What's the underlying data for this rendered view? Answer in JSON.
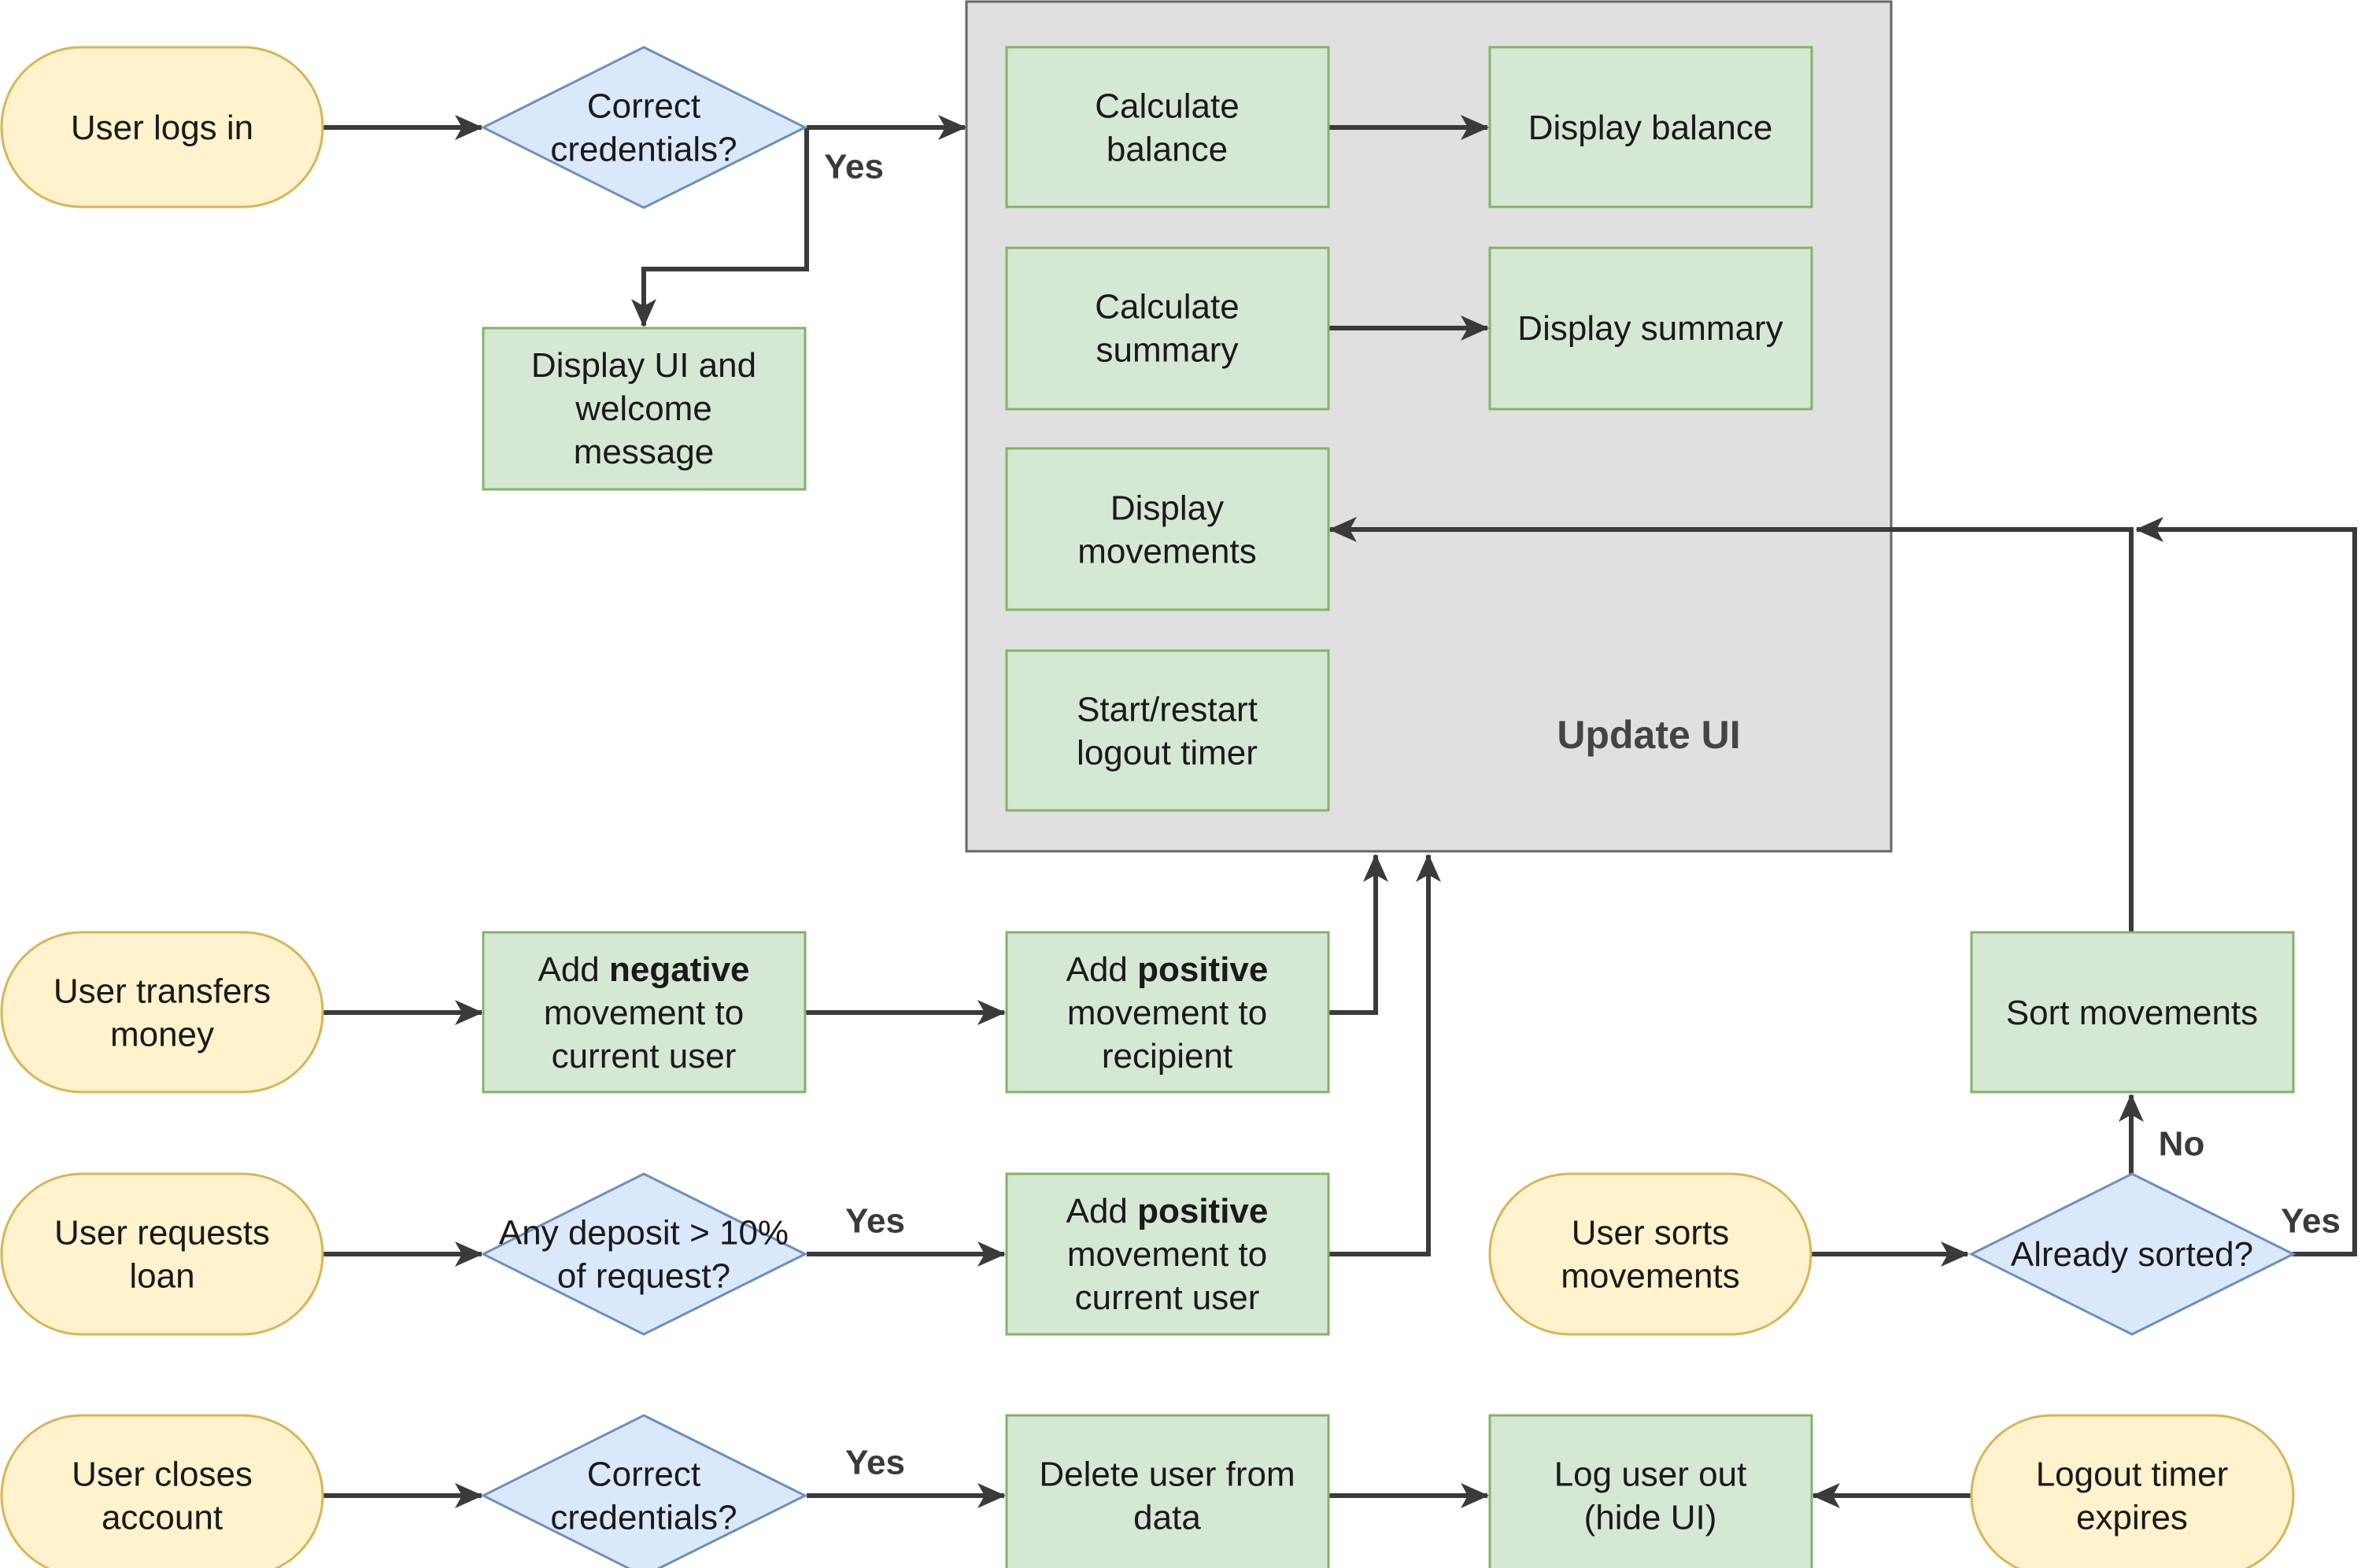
{
  "colors": {
    "terminal_fill": "#FFF2CC",
    "terminal_stroke": "#D6B656",
    "decision_fill": "#DAE8FC",
    "decision_stroke": "#6C8EBF",
    "process_fill": "#D5E8D4",
    "process_stroke": "#82B366",
    "group_fill": "#E0E0E0",
    "group_stroke": "#666666",
    "edge": "#3A3A3A"
  },
  "group": {
    "label": "Update UI"
  },
  "nodes": {
    "login": {
      "lines": [
        [
          "User logs in"
        ]
      ]
    },
    "cred1": {
      "lines": [
        [
          "Correct"
        ],
        [
          "credentials?"
        ]
      ]
    },
    "welcome": {
      "lines": [
        [
          "Display UI and"
        ],
        [
          "welcome"
        ],
        [
          "message"
        ]
      ]
    },
    "calc_balance": {
      "lines": [
        [
          "Calculate"
        ],
        [
          "balance"
        ]
      ]
    },
    "disp_balance": {
      "lines": [
        [
          "Display balance"
        ]
      ]
    },
    "calc_summary": {
      "lines": [
        [
          "Calculate"
        ],
        [
          "summary"
        ]
      ]
    },
    "disp_summary": {
      "lines": [
        [
          "Display summary"
        ]
      ]
    },
    "disp_movements": {
      "lines": [
        [
          "Display"
        ],
        [
          "movements"
        ]
      ]
    },
    "timer": {
      "lines": [
        [
          "Start/restart"
        ],
        [
          "logout timer"
        ]
      ]
    },
    "transfer": {
      "lines": [
        [
          "User transfers"
        ],
        [
          "money"
        ]
      ]
    },
    "neg_move": {
      "lines": [
        [
          "Add ",
          {
            "b": "negative"
          }
        ],
        [
          "movement to"
        ],
        [
          "current user"
        ]
      ]
    },
    "pos_recipient": {
      "lines": [
        [
          "Add ",
          {
            "b": "positive"
          }
        ],
        [
          "movement to"
        ],
        [
          "recipient"
        ]
      ]
    },
    "sort_moves": {
      "lines": [
        [
          "Sort movements"
        ]
      ]
    },
    "loan": {
      "lines": [
        [
          "User requests"
        ],
        [
          "loan"
        ]
      ]
    },
    "deposit_check": {
      "lines": [
        [
          "Any deposit > 10%"
        ],
        [
          "of request?"
        ]
      ]
    },
    "pos_current": {
      "lines": [
        [
          "Add ",
          {
            "b": "positive"
          }
        ],
        [
          "movement to"
        ],
        [
          "current user"
        ]
      ]
    },
    "user_sorts": {
      "lines": [
        [
          "User sorts"
        ],
        [
          "movements"
        ]
      ]
    },
    "already_sorted": {
      "lines": [
        [
          "Already sorted?"
        ]
      ]
    },
    "close": {
      "lines": [
        [
          "User closes"
        ],
        [
          "account"
        ]
      ]
    },
    "cred2": {
      "lines": [
        [
          "Correct"
        ],
        [
          "credentials?"
        ]
      ]
    },
    "delete_user": {
      "lines": [
        [
          "Delete user from"
        ],
        [
          "data"
        ]
      ]
    },
    "logout": {
      "lines": [
        [
          "Log user out"
        ],
        [
          "(hide UI)"
        ]
      ]
    },
    "timer_expires": {
      "lines": [
        [
          "Logout timer"
        ],
        [
          "expires"
        ]
      ]
    }
  },
  "edge_labels": {
    "cred1_yes": "Yes",
    "loan_yes": "Yes",
    "close_yes": "Yes",
    "sorted_no": "No",
    "sorted_yes": "Yes"
  }
}
